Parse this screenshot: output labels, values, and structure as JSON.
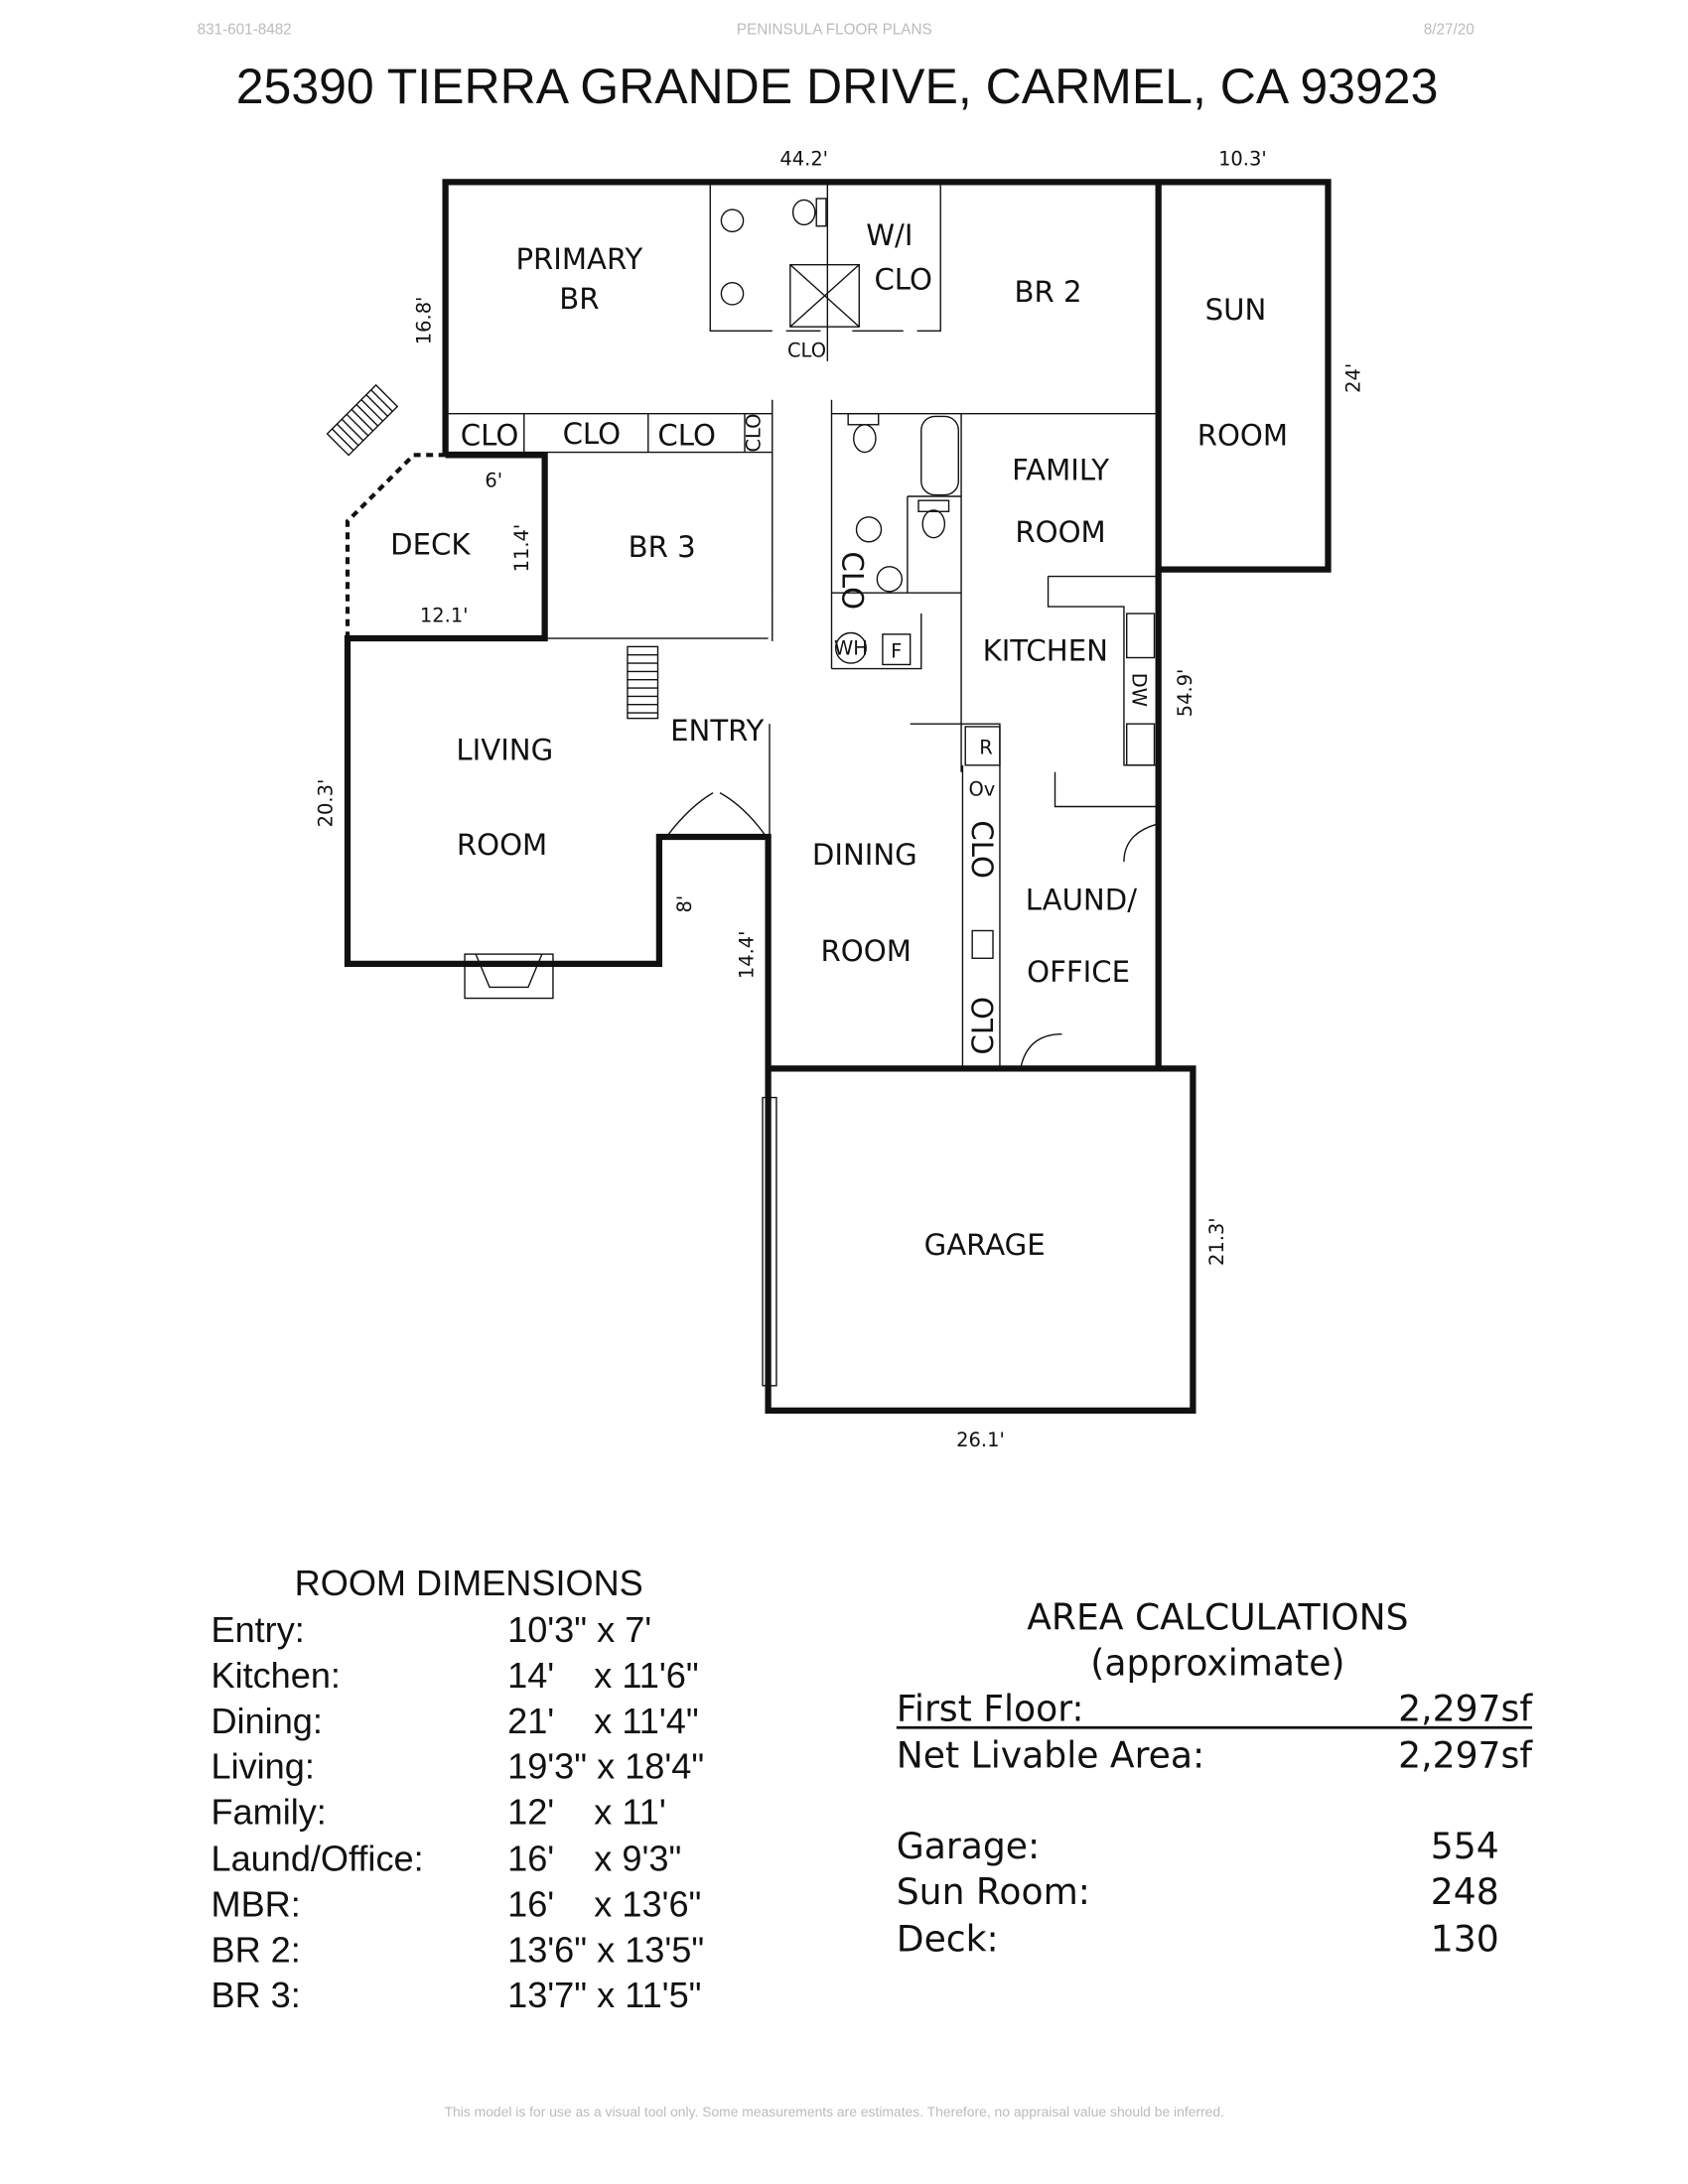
{
  "header": {
    "phone": "831-601-8482",
    "company": "PENINSULA FLOOR PLANS",
    "date": "8/27/20"
  },
  "title": "25390 TIERRA GRANDE DRIVE, CARMEL, CA 93923",
  "plan": {
    "rooms": {
      "primary1": "PRIMARY",
      "primary2": "BR",
      "wi": "W/I",
      "wiclo": "CLO",
      "br2": "BR 2",
      "sun1": "SUN",
      "sun2": "ROOM",
      "clo": "CLO",
      "family1": "FAMILY",
      "family2": "ROOM",
      "deck": "DECK",
      "br3": "BR 3",
      "kitchen": "KITCHEN",
      "entry": "ENTRY",
      "living1": "LIVING",
      "living2": "ROOM",
      "dining1": "DINING",
      "dining2": "ROOM",
      "laund1": "LAUND/",
      "laund2": "OFFICE",
      "garage": "GARAGE",
      "wh": "WH",
      "f": "F",
      "dw": "DW",
      "r": "R",
      "ov": "Ov"
    },
    "dimensions": {
      "top": "44.2'",
      "sun_width": "10.3'",
      "primary_height": "16.8'",
      "sun_height": "24'",
      "deck_top": "6'",
      "deck_height": "11.4'",
      "deck_width": "12.1'",
      "right": "54.9'",
      "living_height": "20.3'",
      "entry_step": "8'",
      "dining_height": "14.4'",
      "garage_height": "21.3'",
      "garage_width": "26.1'"
    }
  },
  "room_dimensions": {
    "title": "ROOM DIMENSIONS",
    "rows": [
      {
        "room": "Entry:",
        "size": "10'3\" x 7'"
      },
      {
        "room": "Kitchen:",
        "size": "14'    x 11'6\""
      },
      {
        "room": "Dining:",
        "size": "21'    x 11'4\""
      },
      {
        "room": "Living:",
        "size": "19'3\" x 18'4\""
      },
      {
        "room": "Family:",
        "size": "12'    x 11'"
      },
      {
        "room": "Laund/Office:",
        "size": "16'    x 9'3\""
      },
      {
        "room": "MBR:",
        "size": "16'    x 13'6\""
      },
      {
        "room": "BR 2:",
        "size": "13'6\" x 13'5\""
      },
      {
        "room": "BR 3:",
        "size": "13'7\" x 11'5\""
      }
    ]
  },
  "area_calculations": {
    "title": "AREA CALCULATIONS",
    "subtitle": "(approximate)",
    "rows": [
      {
        "label": "First Floor:",
        "value": "2,297sf"
      },
      {
        "label": "Net Livable Area:",
        "value": "2,297sf"
      },
      {
        "label": "Garage:",
        "value": "554"
      },
      {
        "label": "Sun Room:",
        "value": "248"
      },
      {
        "label": "Deck:",
        "value": "130"
      }
    ]
  },
  "footer": "This model is for use as a visual tool only.  Some measurements are estimates.  Therefore, no appraisal value should be inferred."
}
